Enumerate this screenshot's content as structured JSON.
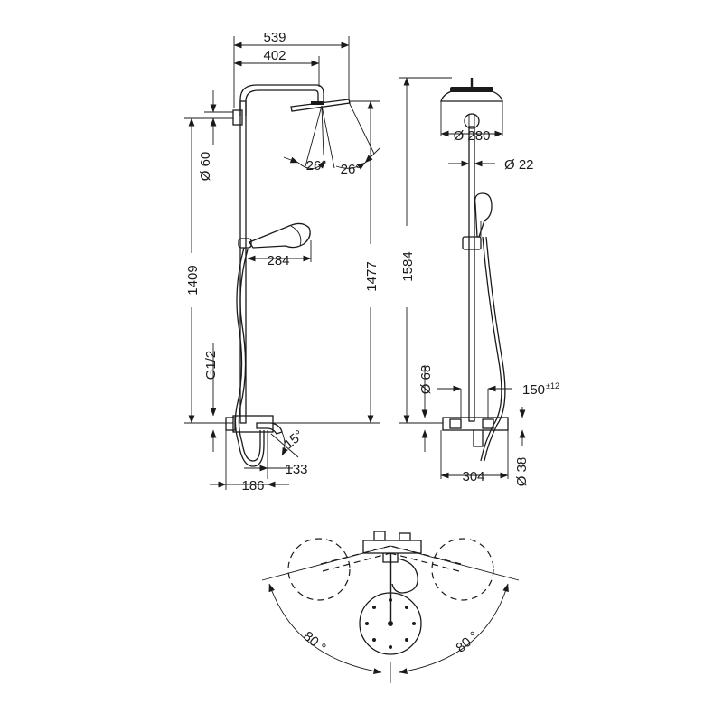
{
  "dimensions": {
    "overall_width": "539",
    "arm_length": "402",
    "pipe_diameter": "Ø 60",
    "inlet_height": "1409",
    "thread": "G1/2",
    "head_height": "1477",
    "total_height": "1584",
    "spray_angle_left": "26°",
    "spray_angle_right": "26°",
    "handshower_distance": "284",
    "spout_angle": "15°",
    "spout_projection": "133",
    "mixer_projection": "186",
    "head_diameter": "Ø 280",
    "rail_diameter": "Ø 22",
    "thermostat_diameter": "Ø 68",
    "center_distance": "150",
    "center_tolerance": "±12",
    "thermostat_width": "304",
    "outlet_diameter": "Ø 38",
    "rotation_left": "80 °",
    "rotation_right": "80 °"
  }
}
